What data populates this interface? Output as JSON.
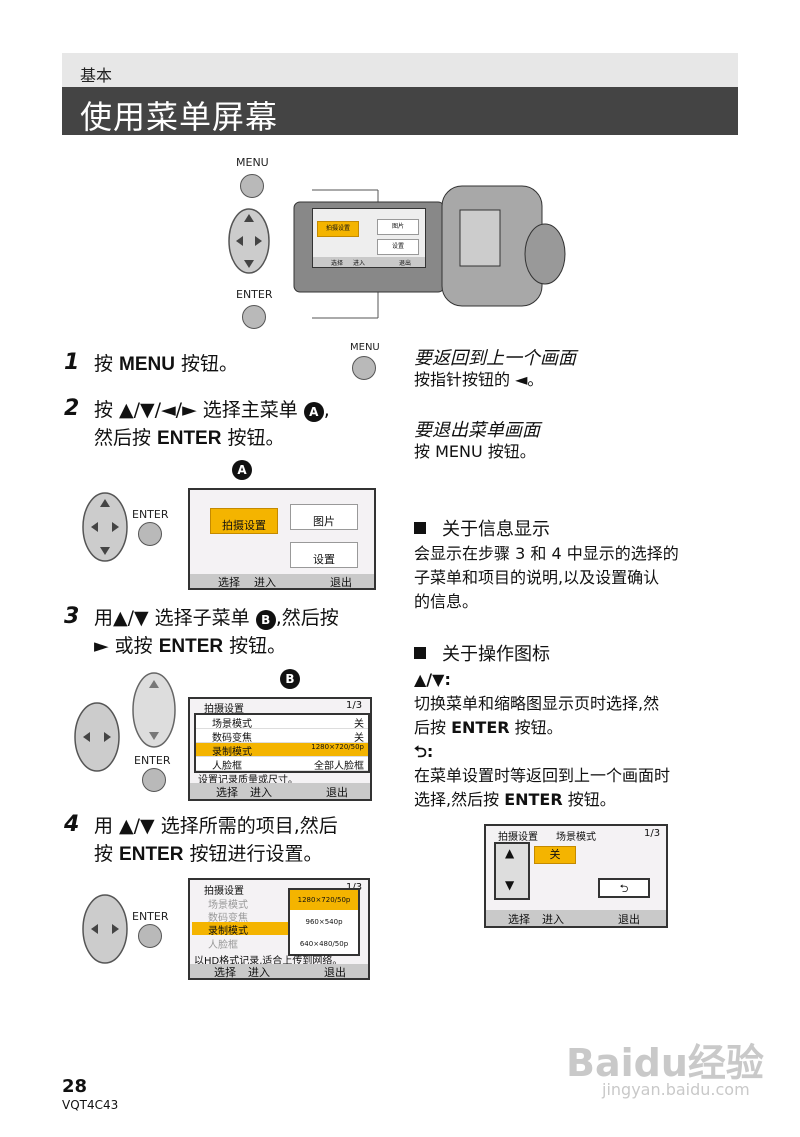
{
  "header": {
    "section": "基本",
    "title": "使用菜单屏幕"
  },
  "labels": {
    "menu": "MENU",
    "enter": "ENTER"
  },
  "diagram": {
    "camera_screen": {
      "tile1": "拍摄设置",
      "tile2": "图片",
      "tile3": "设置",
      "footer_left": "选择",
      "footer_enter": "进入",
      "footer_right": "退出"
    }
  },
  "steps": [
    {
      "num": "1",
      "pre": "按 ",
      "bold": "MENU",
      "post": " 按钮。"
    },
    {
      "num": "2",
      "line1_pre": "按 ▲/▼/◄/► 选择主菜单 ",
      "line1_badge": "A",
      "line1_post": ",",
      "line2_pre": "然后按 ",
      "line2_bold": "ENTER",
      "line2_post": " 按钮。"
    },
    {
      "num": "3",
      "line1_pre": "用▲/▼ 选择子菜单 ",
      "line1_badge": "B",
      "line1_post": ",然后按",
      "line2_pre": "► 或按 ",
      "line2_bold": "ENTER",
      "line2_post": " 按钮。"
    },
    {
      "num": "4",
      "line1": "用 ▲/▼ 选择所需的项目,然后",
      "line2_pre": "按 ",
      "line2_bold": "ENTER",
      "line2_post": " 按钮进行设置。"
    }
  ],
  "screen2": {
    "tile1": "拍摄设置",
    "tile2": "图片",
    "tile3": "设置",
    "footer_left": "选择",
    "footer_enter": "进入",
    "footer_right": "退出",
    "marker": "A"
  },
  "screen3": {
    "marker": "B",
    "header": "拍摄设置",
    "page": "1/3",
    "rows": [
      {
        "label": "场景模式",
        "value": "关"
      },
      {
        "label": "数码变焦",
        "value": "关"
      },
      {
        "label": "录制模式",
        "value": "1280×720/50p"
      },
      {
        "label": "人脸框",
        "value": "全部人脸框"
      }
    ],
    "desc": "设置记录质量或尺寸。",
    "footer_left": "选择",
    "footer_enter": "进入",
    "footer_right": "退出"
  },
  "screen4": {
    "header": "拍摄设置",
    "page": "1/3",
    "rows": [
      "场景模式",
      "数码变焦",
      "录制模式",
      "人脸框"
    ],
    "options": [
      "1280×720/50p",
      "960×540p",
      "640×480/50p"
    ],
    "desc": "以HD格式记录,适合上传到网络。",
    "footer_left": "选择",
    "footer_enter": "进入",
    "footer_right": "退出"
  },
  "right": {
    "back_title": "要返回到上一个画面",
    "back_text": "按指针按钮的 ◄。",
    "exit_title": "要退出菜单画面",
    "exit_text": "按 MENU 按钮。",
    "info_title": "关于信息显示",
    "info_text": [
      "会显示在步骤 3 和 4 中显示的选择的",
      "子菜单和项目的说明,以及设置确认",
      "的信息。"
    ],
    "icons_title": "关于操作图标",
    "arrows_label": "▲/▼:",
    "arrows_text_1": "切换菜单和缩略图显示页时选择,然",
    "arrows_text_2_pre": "后按 ",
    "arrows_text_2_bold": "ENTER",
    "arrows_text_2_post": " 按钮。",
    "return_label": ":",
    "return_text_1": "在菜单设置时等返回到上一个画面时",
    "return_text_2_pre": "选择,然后按 ",
    "return_text_2_bold": "ENTER",
    "return_text_2_post": " 按钮。"
  },
  "screen5": {
    "header": "拍摄设置",
    "sub": "场景模式",
    "page": "1/3",
    "off": "关",
    "footer_left": "选择",
    "footer_enter": "进入",
    "footer_right": "退出"
  },
  "footer": {
    "page": "28",
    "code": "VQT4C43"
  },
  "watermark": {
    "brand": "Baidu经验",
    "url": "jingyan.baidu.com"
  }
}
